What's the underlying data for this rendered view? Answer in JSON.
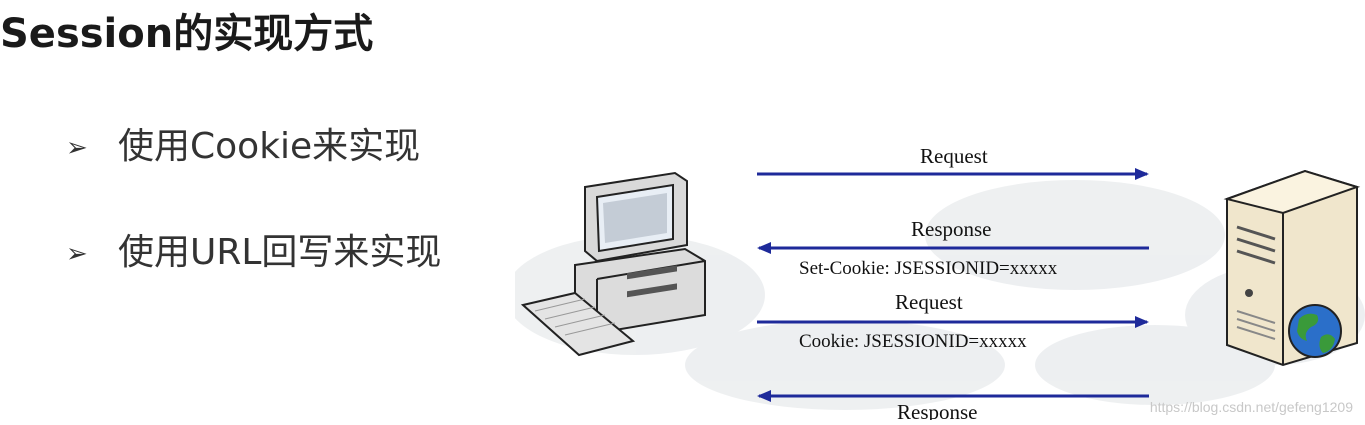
{
  "title": "Session的实现方式",
  "bullets": [
    {
      "marker": "➢",
      "text": "使用Cookie来实现"
    },
    {
      "marker": "➢",
      "text": "使用URL回写来实现"
    }
  ],
  "diagram": {
    "client_icon": "desktop-computer-icon",
    "server_icon": "server-tower-icon",
    "globe_icon": "globe-icon",
    "arrow_color": "#1e2a9a",
    "messages": [
      {
        "label": "Request",
        "detail": "",
        "direction": "right"
      },
      {
        "label": "Response",
        "detail": "Set-Cookie: JSESSIONID=xxxxx",
        "direction": "left"
      },
      {
        "label": "Request",
        "detail": "Cookie: JSESSIONID=xxxxx",
        "direction": "right"
      },
      {
        "label": "Response",
        "detail": "",
        "direction": "left"
      }
    ]
  },
  "watermark": "https://blog.csdn.net/gefeng1209"
}
